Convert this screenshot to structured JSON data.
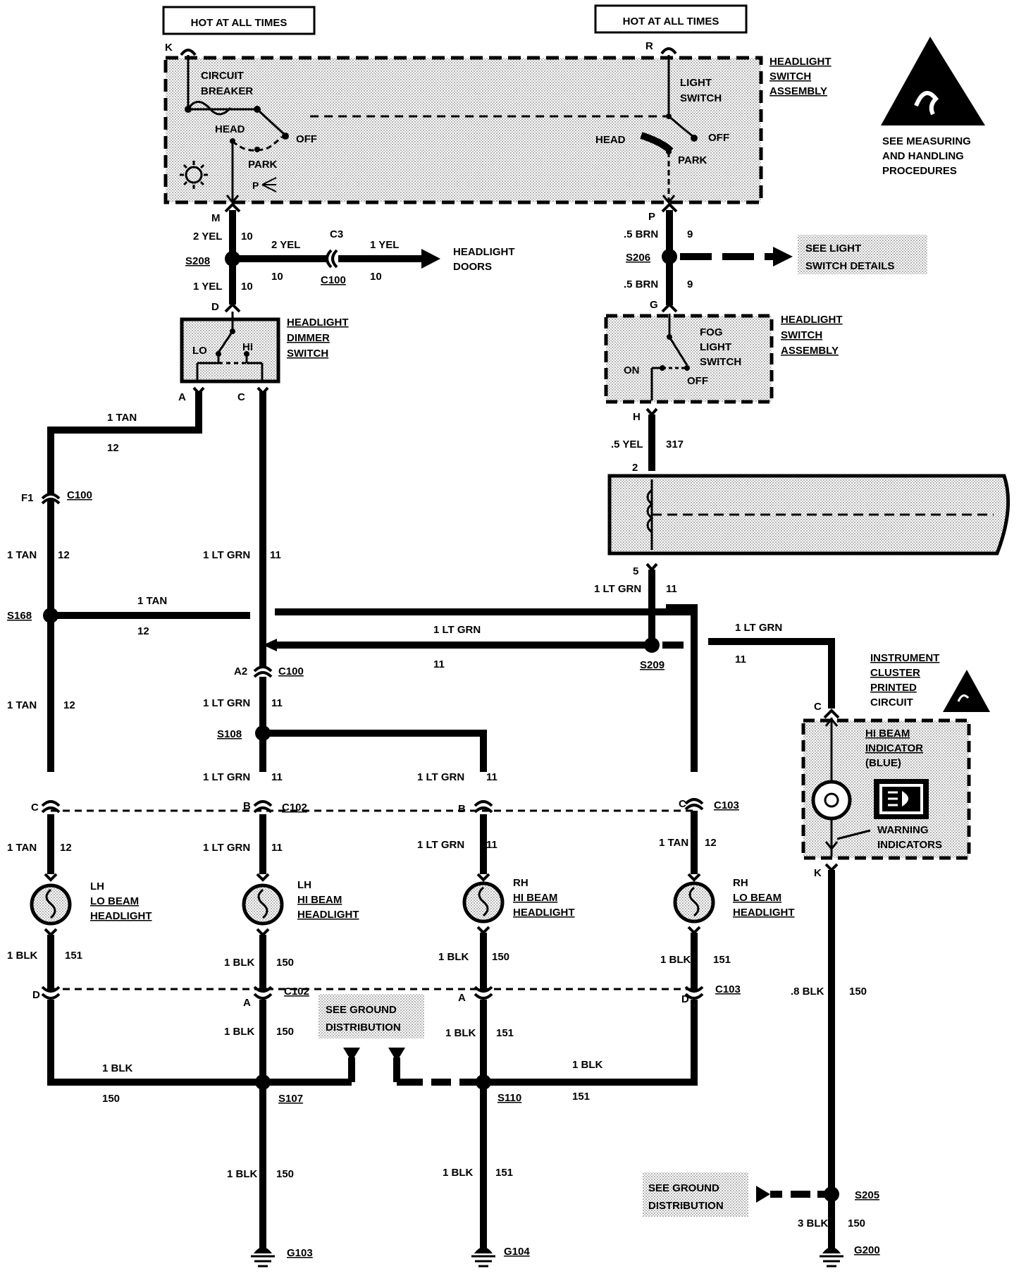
{
  "hot_labels": {
    "left": "HOT AT ALL TIMES",
    "right": "HOT AT ALL TIMES"
  },
  "esd_note": [
    "SEE MEASURING",
    "AND HANDLING",
    "PROCEDURES"
  ],
  "hl_switch": {
    "title": [
      "HEADLIGHT",
      "SWITCH",
      "ASSEMBLY"
    ],
    "pin_k": "K",
    "pin_r": "R",
    "pin_m": "M",
    "pin_p": "P",
    "circuit_breaker": [
      "CIRCUIT",
      "BREAKER"
    ],
    "light_switch": [
      "LIGHT",
      "SWITCH"
    ],
    "head_l": "HEAD",
    "off_l": "OFF",
    "park_l": "PARK",
    "p_l": "P",
    "head_r": "HEAD",
    "off_r": "OFF",
    "park_r": "PARK"
  },
  "wires": {
    "m_gauge": "2 YEL",
    "m_circ": "10",
    "s208": "S208",
    "w2yel": "2 YEL",
    "w2yel_circ": "10",
    "c3": "C3",
    "c100_top": "C100",
    "w1yel": "1 YEL",
    "w1yel_circ": "10",
    "headlight_doors": [
      "HEADLIGHT",
      "DOORS"
    ],
    "d_gauge": "1 YEL",
    "d_circ": "10",
    "p_gauge": ".5 BRN",
    "p_circ": "9",
    "s206": "S206",
    "see_light_switch": [
      "SEE LIGHT",
      "SWITCH DETAILS"
    ],
    "g_gauge": ".5 BRN",
    "g_circ": "9",
    "h_gauge": ".5 YEL",
    "h_circ": "317",
    "pin5_gauge": "1 LT GRN",
    "pin5_circ": "11",
    "w_1tan_top": "1 TAN",
    "w_1tan_top_circ": "12",
    "f1": "F1",
    "c100_f1": "C100",
    "f1_gauge": "1 TAN",
    "f1_circ": "12",
    "c_gauge": "1 LT GRN",
    "c_circ": "11",
    "s168": "S168",
    "s168_gauge": "1 TAN",
    "s168_circ": "12",
    "s209_top_gauge": "1 LT GRN",
    "s209_circ": "11",
    "s209": "S209",
    "ic_gauge": "1 LT GRN",
    "ic_circ": "11",
    "a2": "A2",
    "c100_a2": "C100",
    "lh_tan_gauge": "1 TAN",
    "lh_tan_circ": "12",
    "a2_gauge": "1 LT GRN",
    "a2_circ": "11",
    "s108": "S108",
    "s108_gauge": "1 LT GRN",
    "s108_circ": "11",
    "rh_hi_top_gauge": "1 LT GRN",
    "rh_hi_top_circ": "11"
  },
  "dimmer": {
    "title": [
      "HEADLIGHT",
      "DIMMER",
      "SWITCH"
    ],
    "pin_d": "D",
    "pin_a": "A",
    "pin_c": "C",
    "lo": "LO",
    "hi": "HI"
  },
  "fog": {
    "title": [
      "HEADLIGHT",
      "SWITCH",
      "ASSEMBLY"
    ],
    "pin_g": "G",
    "pin_h": "H",
    "switch": [
      "FOG",
      "LIGHT",
      "SWITCH"
    ],
    "on": "ON",
    "off": "OFF"
  },
  "relay": {
    "pin2": "2",
    "pin5": "5"
  },
  "c102_c103": {
    "c_lh": "C",
    "b_lh": "B",
    "c102": "C102",
    "b_rh": "B",
    "c_rh": "C",
    "c103": "C103",
    "lh_lo_gauge": "1 TAN",
    "lh_lo_circ": "12",
    "lh_hi_gauge": "1 LT GRN",
    "lh_hi_circ": "11",
    "rh_hi_gauge": "1 LT GRN",
    "rh_hi_circ": "11",
    "rh_lo_gauge": "1 TAN",
    "rh_lo_circ": "12"
  },
  "lamps": {
    "lh_lo": [
      "LH",
      "LO BEAM",
      "HEADLIGHT"
    ],
    "lh_hi": [
      "LH",
      "HI BEAM",
      "HEADLIGHT"
    ],
    "rh_hi": [
      "RH",
      "HI BEAM",
      "HEADLIGHT"
    ],
    "rh_lo": [
      "RH",
      "LO BEAM",
      "HEADLIGHT"
    ]
  },
  "grounds": {
    "lh_lo_gauge": "1 BLK",
    "lh_lo_circ": "151",
    "lh_hi_gauge": "1 BLK",
    "lh_hi_circ": "150",
    "rh_hi_gauge": "1 BLK",
    "rh_hi_circ": "150",
    "rh_lo_gauge": "1 BLK",
    "rh_lo_circ": "151",
    "d_lh": "D",
    "a_lh": "A",
    "c102": "C102",
    "a_rh": "A",
    "d_rh": "D",
    "c103": "C103",
    "s107_up_gauge": "1 BLK",
    "s107_up_circ": "150",
    "s110_up_gauge": "1 BLK",
    "s110_up_circ": "151",
    "see_ground": [
      "SEE GROUND",
      "DISTRIBUTION"
    ],
    "left_bus_gauge": "1 BLK",
    "left_bus_circ": "150",
    "right_bus_gauge": "1 BLK",
    "right_bus_circ": "151",
    "s107": "S107",
    "s110": "S110",
    "g103_gauge": "1 BLK",
    "g103_circ": "150",
    "g103": "G103",
    "g104_gauge": "1 BLK",
    "g104_circ": "151",
    "g104": "G104"
  },
  "cluster": {
    "title": [
      "INSTRUMENT",
      "CLUSTER",
      "PRINTED",
      "CIRCUIT"
    ],
    "pin_c": "C",
    "pin_k": "K",
    "indicator": [
      "HI BEAM",
      "INDICATOR",
      "(BLUE)"
    ],
    "warning": [
      "WARNING",
      "INDICATORS"
    ],
    "k_gauge": ".8 BLK",
    "k_circ": "150",
    "see_ground": [
      "SEE GROUND",
      "DISTRIBUTION"
    ],
    "s205": "S205",
    "g200_gauge": "3 BLK",
    "g200_circ": "150",
    "g200": "G200"
  }
}
